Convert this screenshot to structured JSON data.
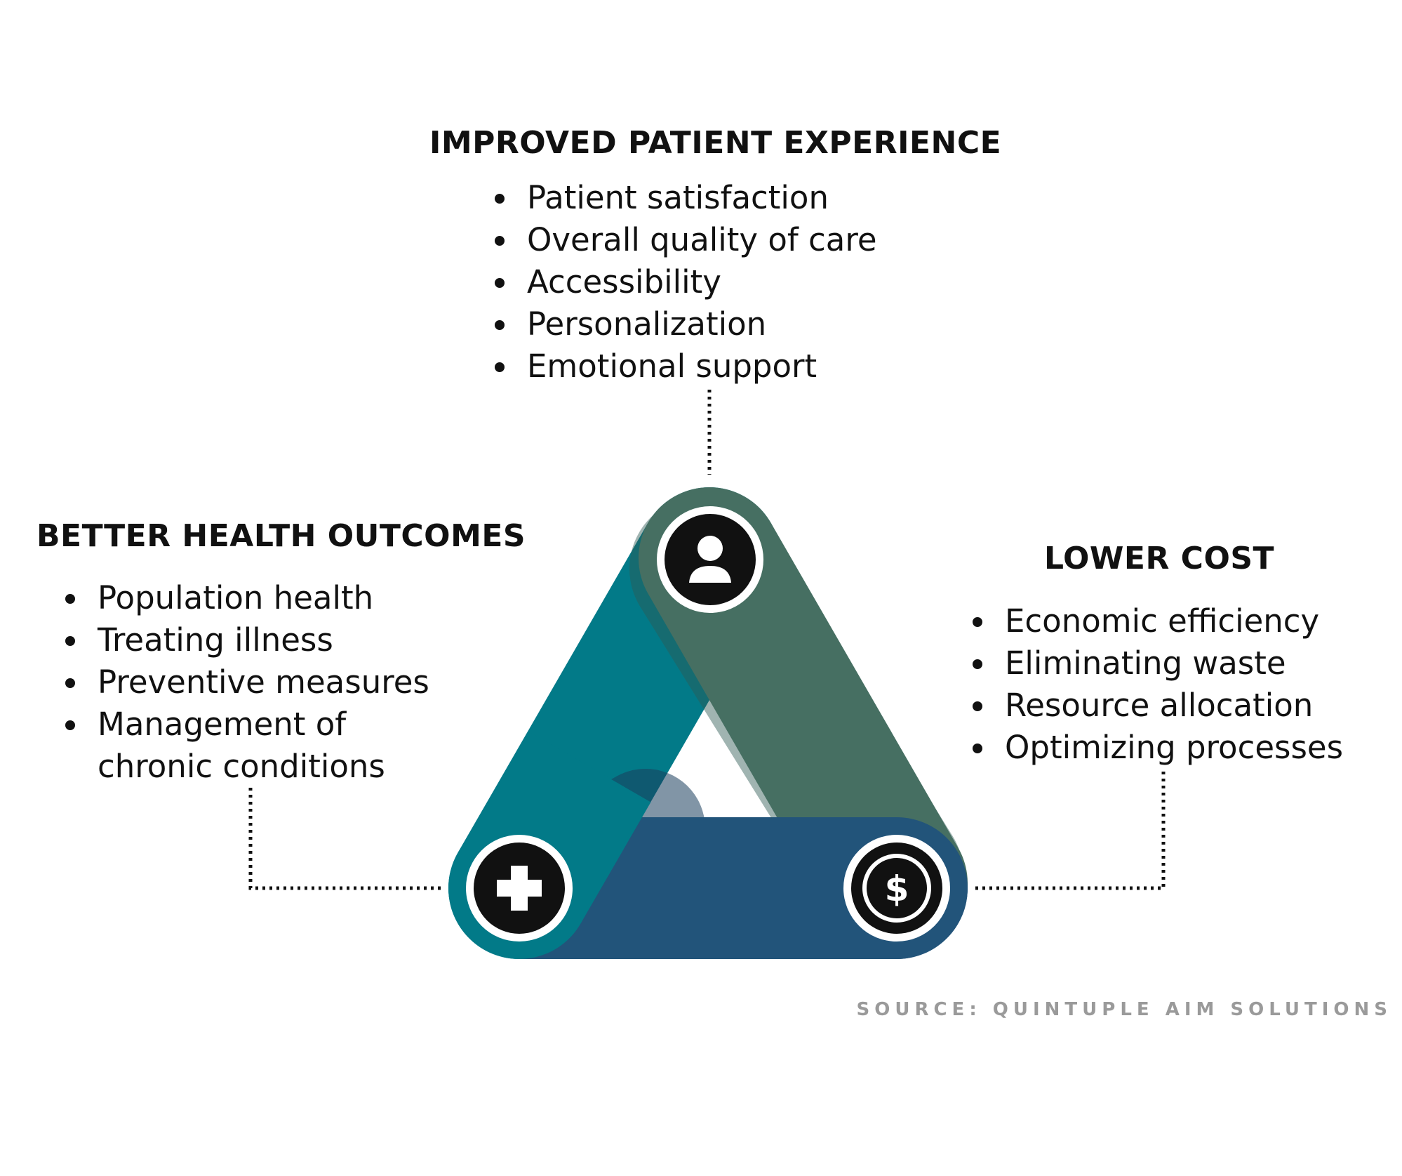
{
  "top_section": {
    "heading": "IMPROVED PATIENT EXPERIENCE",
    "items": [
      "Patient satisfaction",
      "Overall quality of care",
      "Accessibility",
      "Personalization",
      "Emotional support"
    ]
  },
  "left_section": {
    "heading": "BETTER HEALTH OUTCOMES",
    "items": [
      "Population health",
      "Treating illness",
      "Preventive measures",
      "Management of"
    ],
    "continuation": "chronic conditions"
  },
  "right_section": {
    "heading": "LOWER COST",
    "items": [
      "Economic efficiency",
      "Eliminating waste",
      "Resource allocation",
      "Optimizing processes"
    ]
  },
  "icons": {
    "top": "person-icon",
    "left": "medical-cross-icon",
    "right": "dollar-icon"
  },
  "colors": {
    "teal": "#027A88",
    "green": "#466F62",
    "blue": "#22547A",
    "text": "#111111",
    "source_text": "#9a9a9a"
  },
  "source": "SOURCE: QUINTUPLE AIM SOLUTIONS"
}
